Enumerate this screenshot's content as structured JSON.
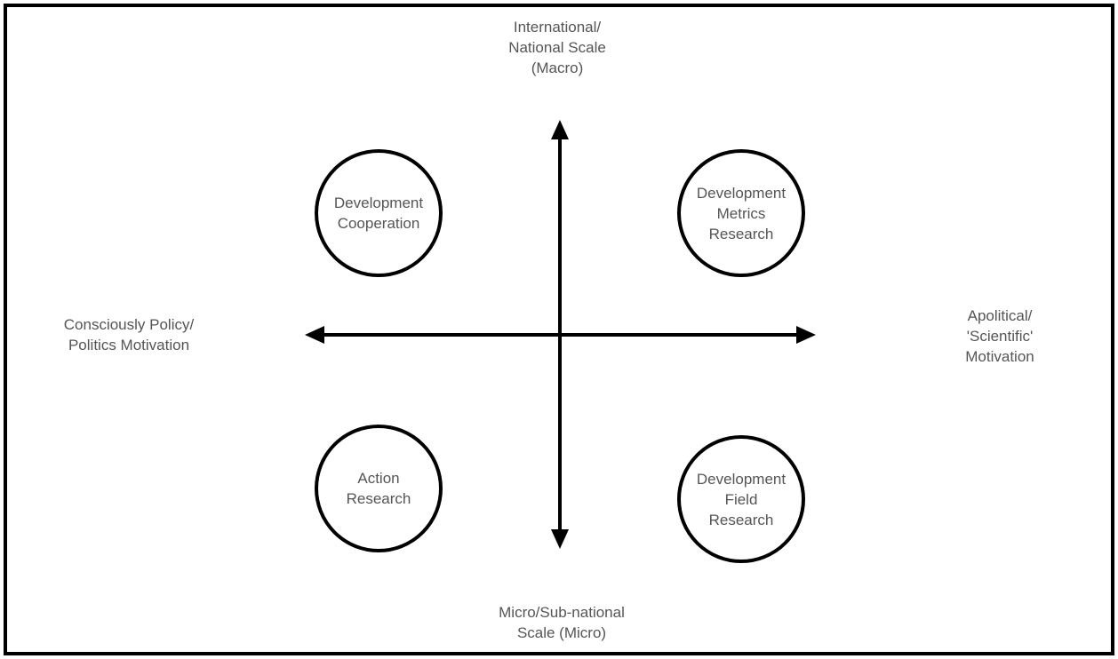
{
  "axes": {
    "top": [
      "International/",
      "National Scale",
      "(Macro)"
    ],
    "bottom": [
      "Micro/Sub-national",
      "Scale (Micro)"
    ],
    "left": [
      "Consciously Policy/",
      "Politics Motivation"
    ],
    "right": [
      "Apolitical/",
      "'Scientific'",
      "Motivation"
    ]
  },
  "quadrants": {
    "top_left": [
      "Development",
      "Cooperation"
    ],
    "top_right": [
      "Development",
      "Metrics",
      "Research"
    ],
    "bottom_left": [
      "Action",
      "Research"
    ],
    "bottom_right": [
      "Development",
      "Field",
      "Research"
    ]
  },
  "colors": {
    "stroke": "#000000",
    "text": "#555555",
    "background": "#ffffff"
  }
}
